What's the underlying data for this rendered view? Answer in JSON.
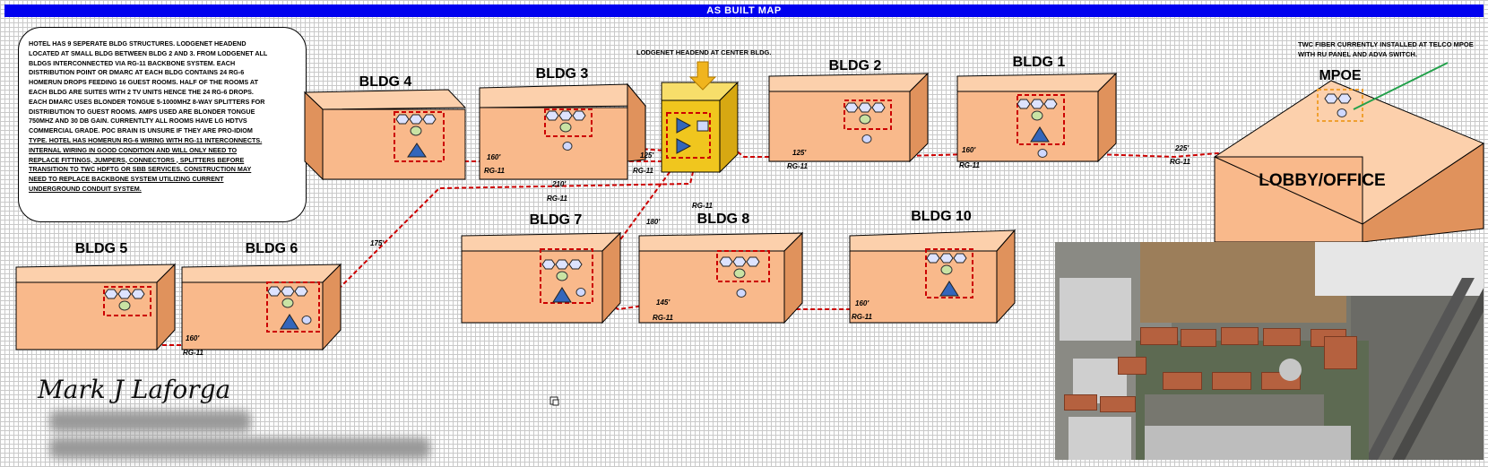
{
  "header": {
    "title": "AS BUILT MAP"
  },
  "note": {
    "lines": [
      "HOTEL HAS 9 SEPERATE  BLDG STRUCTURES.  LODGENET HEADEND",
      "LOCATED AT SMALL BLDG BETWEEN  BLDG 2 AND 3. FROM LODGENET ALL",
      "BLDGS INTERCONNECTED  VIA RG-11 BACKBONE SYSTEM.  EACH",
      "DISTRIBUTION  POINT OR DMARC AT EACH BLDG CONTAINS  24 RG-6",
      "HOMERUN DROPS FEEDING  16 GUEST ROOMS.  HALF OF THE ROOMS AT",
      "EACH BLDG ARE SUITES  WITH 2 TV UNITS HENCE THE 24 RG-6 DROPS.",
      "EACH DMARC USES BLONDER TONGUE 5-1000MHZ 8-WAY SPLITTERS  FOR",
      "DISTRIBUTION  TO GUEST ROOMS.  AMPS USED ARE BLONDER TONGUE",
      "750MHZ AND 30 DB GAIN.  CURRENTLTY  ALL ROOMS HAVE LG HDTVS",
      "COMMERCIAL  GRADE. POC BRAIN IS UNSURE IF THEY ARE PRO-IDIOM",
      "TYPE.  HOTEL HAS HOMERUN  RG-6 WIRING  WITH RG-11 INTERCONNECTS.",
      "INTERNAL  WIRING  IN GOOD CONDITION  AND WILL ONLY  NEED TO",
      "REPLACE FITTINGS,  JUMPERS, CONNECTORS , SPLITTERS BEFORE",
      "TRANSITION  TO TWC  HDFTG OR SBB SERVICES.  CONSTRUCTION  MAY",
      "NEED TO REPLACE  BACKBONE  SYSTEM  UTILIZING  CURRENT",
      "UNDERGROUND  CONDUIT SYSTEM."
    ]
  },
  "headend": {
    "label": "LODGENET HEADEND  AT CENTER BLDG."
  },
  "twc_note": {
    "line1": "TWC FIBER  CURRENTLY  INSTALLED  AT TELCO MPOE",
    "line2": "WITH RU PANEL AND ADVA SWITCH."
  },
  "buildings": {
    "b4": "BLDG 4",
    "b3": "BLDG 3",
    "b2": "BLDG 2",
    "b1": "BLDG 1",
    "b5": "BLDG 5",
    "b6": "BLDG 6",
    "b7": "BLDG 7",
    "b8": "BLDG 8",
    "b10": "BLDG 10",
    "mpoe": "MPOE",
    "lobby": "LOBBY/OFFICE"
  },
  "cables": {
    "c160_4": "160'",
    "c125_3": "125'",
    "c210": "210'",
    "c125_2": "125'",
    "c160_1": "160'",
    "c225": "225'",
    "c175": "175'",
    "c180": "180'",
    "c145": "145'",
    "c160_10": "160'",
    "c160_6": "160'",
    "rg": "RG-11"
  },
  "signature": {
    "name": "Mark J Laforga"
  },
  "colors": {
    "title_bar": "#0000ee",
    "building_face": "#f9b98b",
    "building_side": "#e0925c",
    "cable": "#cc0000",
    "headend": "#f0c61e",
    "fiber": "#22a04a"
  }
}
